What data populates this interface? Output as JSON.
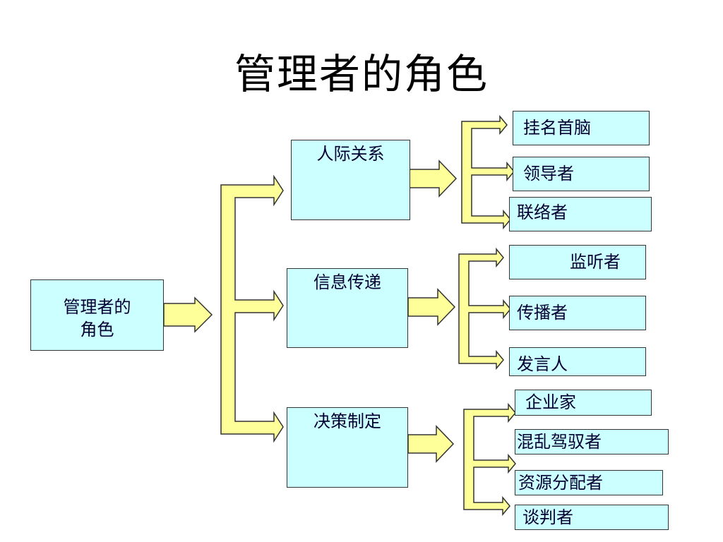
{
  "title": "管理者的角色",
  "root": {
    "line1": "管理者的",
    "line2": "角色"
  },
  "categories": [
    {
      "label": "人际关系",
      "roles": [
        "挂名首脑",
        "领导者",
        "联络者"
      ]
    },
    {
      "label": "信息传递",
      "roles": [
        "监听者",
        "传播者",
        "发言人"
      ]
    },
    {
      "label": "决策制定",
      "roles": [
        "企业家",
        "混乱驾驭者",
        "资源分配者",
        "谈判者"
      ]
    }
  ],
  "colors": {
    "box_fill": "#ccffff",
    "arrow_fill": "#ffff99",
    "text": "#000033"
  }
}
